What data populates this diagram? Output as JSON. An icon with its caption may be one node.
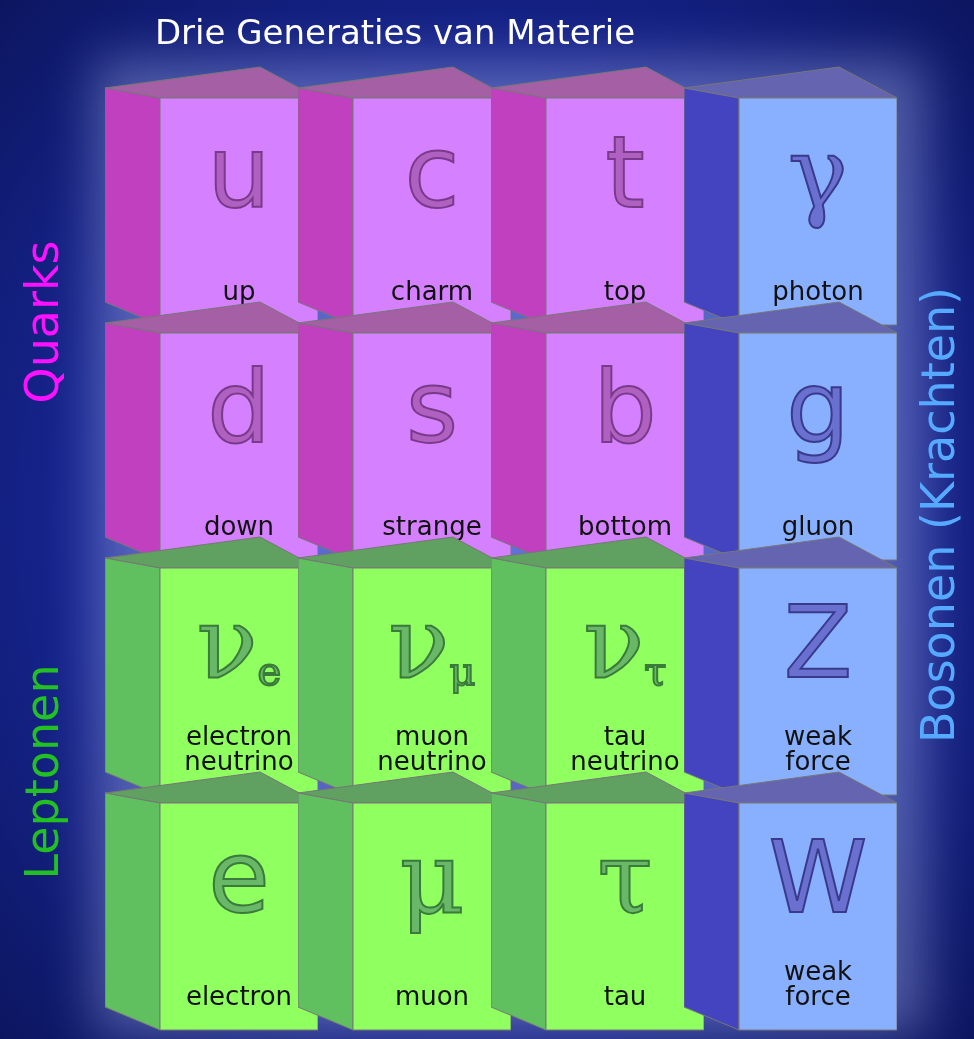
{
  "diagram": {
    "title": "Drie Generaties van Materie",
    "nodes": [
      {
        "text": [
          "u",
          "up"
        ]
      },
      {
        "text": [
          "c",
          "charm"
        ]
      },
      {
        "text": [
          "t",
          "top"
        ]
      },
      {
        "text": [
          "γ",
          "photon"
        ]
      },
      {
        "text": [
          "d",
          "down"
        ]
      },
      {
        "text": [
          "s",
          "strange"
        ]
      },
      {
        "text": [
          "b",
          "bottom"
        ]
      },
      {
        "text": [
          "g",
          "gluon"
        ]
      },
      {
        "text": [
          "ν$_{e}$",
          "electron neutrino"
        ]
      },
      {
        "text": [
          "ν$_{μ}$",
          "muon neutrino"
        ]
      },
      {
        "text": [
          "ν$_{τ}$",
          "tau neutrino"
        ]
      },
      {
        "text": [
          "Z",
          "weak force"
        ]
      },
      {
        "text": [
          "e",
          "electron"
        ]
      },
      {
        "text": [
          "μ",
          "muon"
        ]
      },
      {
        "text": [
          "τ",
          "tau"
        ]
      },
      {
        "text": [
          "W",
          "weak force"
        ]
      }
    ],
    "labels": [
      "Quarks",
      "Leptonen",
      "Bosonen (Krachten)"
    ]
  }
}
